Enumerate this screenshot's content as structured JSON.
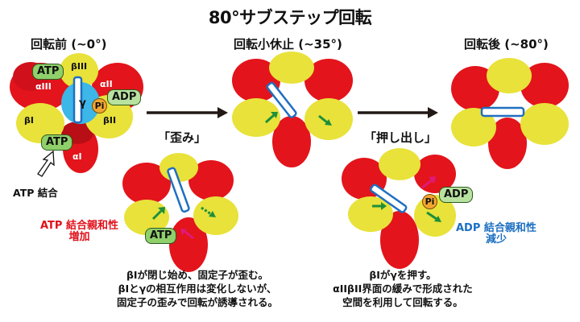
{
  "title": "80°サブステップ回転",
  "stages": [
    {
      "label": "回転前 (~0°)"
    },
    {
      "label": "回転小休止 (~35°)"
    },
    {
      "label": "回転後 (~80°)"
    }
  ],
  "steps": [
    {
      "label": "「歪み」"
    },
    {
      "label": "「押し出し」"
    }
  ],
  "stage1": {
    "subunits": {
      "beta_iii": "βIII",
      "alpha_iii": "αIII",
      "alpha_ii": "αII",
      "gamma": "γ",
      "beta_i": "βI",
      "beta_ii": "βII",
      "alpha_i": "αI"
    },
    "atp_top": "ATP",
    "atp_bottom": "ATP",
    "adp": "ADP",
    "pi": "Pi",
    "atp_binding_label": "ATP 結合"
  },
  "distortion": {
    "atp": "ATP",
    "note_line1": "ATP 結合親和性",
    "note_line2": "増加",
    "desc": [
      "βIが閉じ始め、固定子が歪む。",
      "βIとγの相互作用は変化しないが、",
      "固定子の歪みで回転が誘導される。"
    ]
  },
  "pushout": {
    "adp": "ADP",
    "pi": "Pi",
    "note_line1": "ADP 結合親和性",
    "note_line2": "減少",
    "desc": [
      "βIがγを押す。",
      "αIIβII界面の緩みで形成された",
      "空間を利用して回転する。"
    ]
  },
  "colors": {
    "alpha": "#e3141b",
    "beta": "#e8e23a",
    "gamma_fill": "#ffffff",
    "gamma_border": "#1f6fc0",
    "gamma_halo": "#3db6e8",
    "nucleotide": "#8fd06a",
    "pi": "#f2a631",
    "arrow_green": "#1e8f3a",
    "arrow_magenta": "#e0197a",
    "note_red": "#e0101a",
    "note_blue": "#1c6fc2"
  }
}
